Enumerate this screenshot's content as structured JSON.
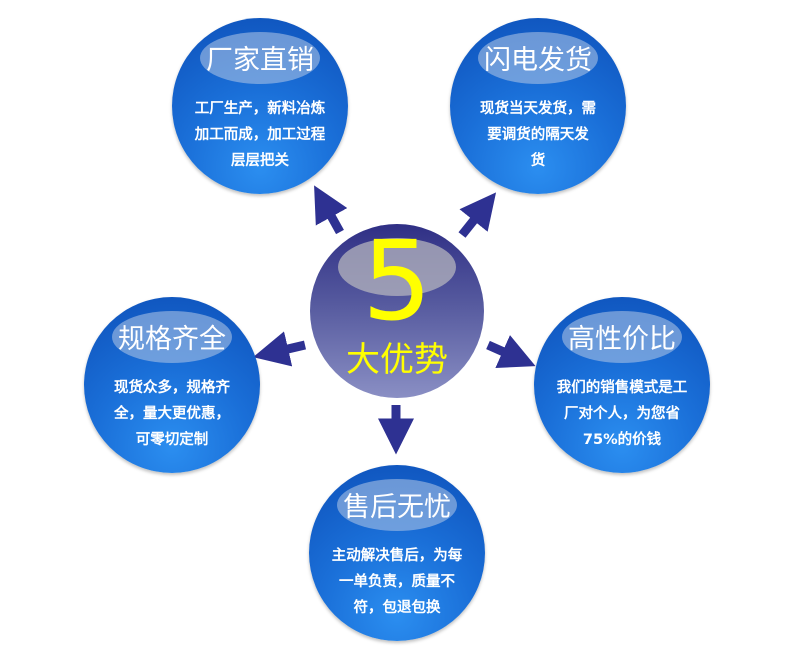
{
  "center": {
    "number": "5",
    "label": "大优势"
  },
  "items": [
    {
      "title": "厂家直销",
      "lines": [
        "工厂生产，新料冶炼",
        "加工而成，加工过程",
        "层层把关"
      ]
    },
    {
      "title": "闪电发货",
      "lines": [
        "现货当天发货，需",
        "要调货的隔天发",
        "货"
      ]
    },
    {
      "title": "规格齐全",
      "lines": [
        "现货众多，规格齐",
        "全，量大更优惠，",
        "可零切定制"
      ]
    },
    {
      "title": "高性价比",
      "lines": [
        "我们的销售模式是工",
        "厂对个人，为您省",
        "75%的价钱"
      ]
    },
    {
      "title": "售后无忧",
      "lines": [
        "主动解决售后，为每",
        "一单负责，质量不",
        "符，包退包换"
      ]
    }
  ],
  "colors": {
    "arrow": "#2e3192",
    "circle": "#1a6fd8",
    "accent": "#ffff00"
  }
}
